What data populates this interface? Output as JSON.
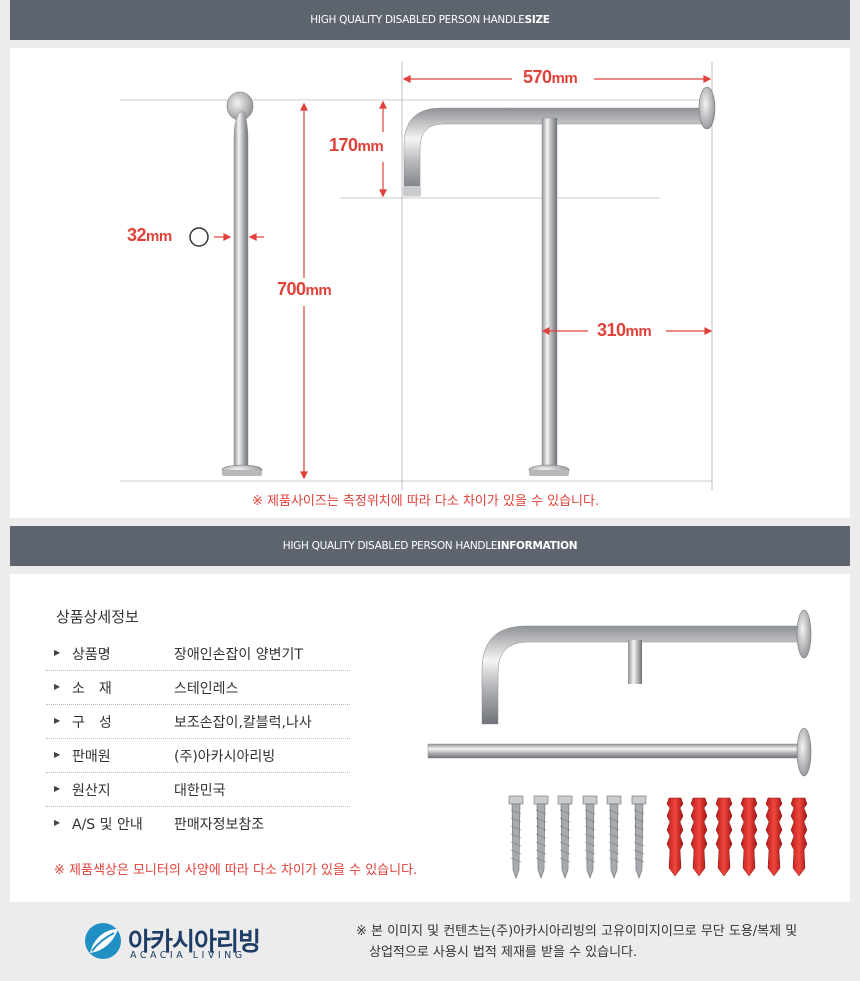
{
  "size_banner": {
    "prefix": "HIGH QUALITY DISABLED PERSON HANDLE ",
    "bold": "SIZE"
  },
  "info_banner": {
    "prefix": "HIGH QUALITY DISABLED PERSON HANDLE ",
    "bold": "INFORMATION"
  },
  "dimensions": {
    "width": {
      "num": "570",
      "unit": "mm"
    },
    "depth": {
      "num": "170",
      "unit": "mm"
    },
    "diameter": {
      "num": "32",
      "unit": "mm"
    },
    "height": {
      "num": "700",
      "unit": "mm"
    },
    "offset": {
      "num": "310",
      "unit": "mm"
    }
  },
  "size_note": "※ 제품사이즈는 측정위치에 따라 다소 차이가 있을 수 있습니다.",
  "info": {
    "title": "상품상세정보",
    "rows": [
      {
        "label": "상품명",
        "value": "장애인손잡이 양변기T"
      },
      {
        "label": "소　재",
        "value": "스테인레스"
      },
      {
        "label": "구　성",
        "value": "보조손잡이,칼블럭,나사"
      },
      {
        "label": "판매원",
        "value": "(주)아카시아리빙"
      },
      {
        "label": "원산지",
        "value": "대한민국"
      },
      {
        "label": "A/S 및 안내",
        "value": "판매자정보참조"
      }
    ],
    "color_note": "※ 제품색상은 모니터의 사양에 따라 다소 차이가 있을 수 있습니다."
  },
  "footer": {
    "brand": "아카시아리빙",
    "brand_en": "ACACIA LIVING",
    "note_line1": "※ 본 이미지 및 컨텐츠는(주)아카시아리빙의 고유이미지이므로 무단 도용/복제 및",
    "note_line2": "상업적으로 사용시  법적 제재를 받을 수 있습니다."
  },
  "colors": {
    "banner": "#5d646e",
    "accent": "#e0413a",
    "brand": "#1d3c66",
    "brand_icon": "#1f8fc4"
  }
}
